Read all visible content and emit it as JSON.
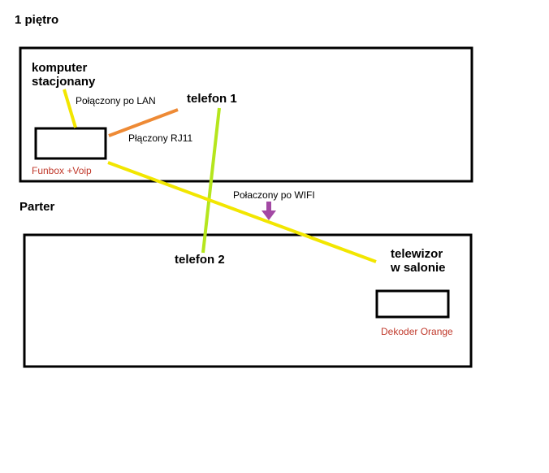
{
  "floor_upper": {
    "label": "1 piętro"
  },
  "floor_ground": {
    "label": "Parter"
  },
  "devices": {
    "computer": {
      "line1": "komputer",
      "line2": "stacjonany"
    },
    "phone1": {
      "label": "telefon 1"
    },
    "phone2": {
      "label": "telefon 2"
    },
    "tv": {
      "line1": "telewizor",
      "line2": "w salonie"
    },
    "funbox": {
      "label": "Funbox +Voip"
    },
    "decoder": {
      "label": "Dekoder Orange"
    }
  },
  "connections": {
    "lan": {
      "label": "Połączony po LAN"
    },
    "rj11": {
      "label": "Płączony RJ11"
    },
    "wifi": {
      "label": "Połaczony po WIFI"
    }
  },
  "colors": {
    "lan_line": "#f2e600",
    "rj11_line": "#ee8a35",
    "phone_line": "#b5e61d",
    "wifi_line": "#f2e600",
    "wifi_arrow": "#a349a4",
    "device_label": "#c0392b"
  }
}
